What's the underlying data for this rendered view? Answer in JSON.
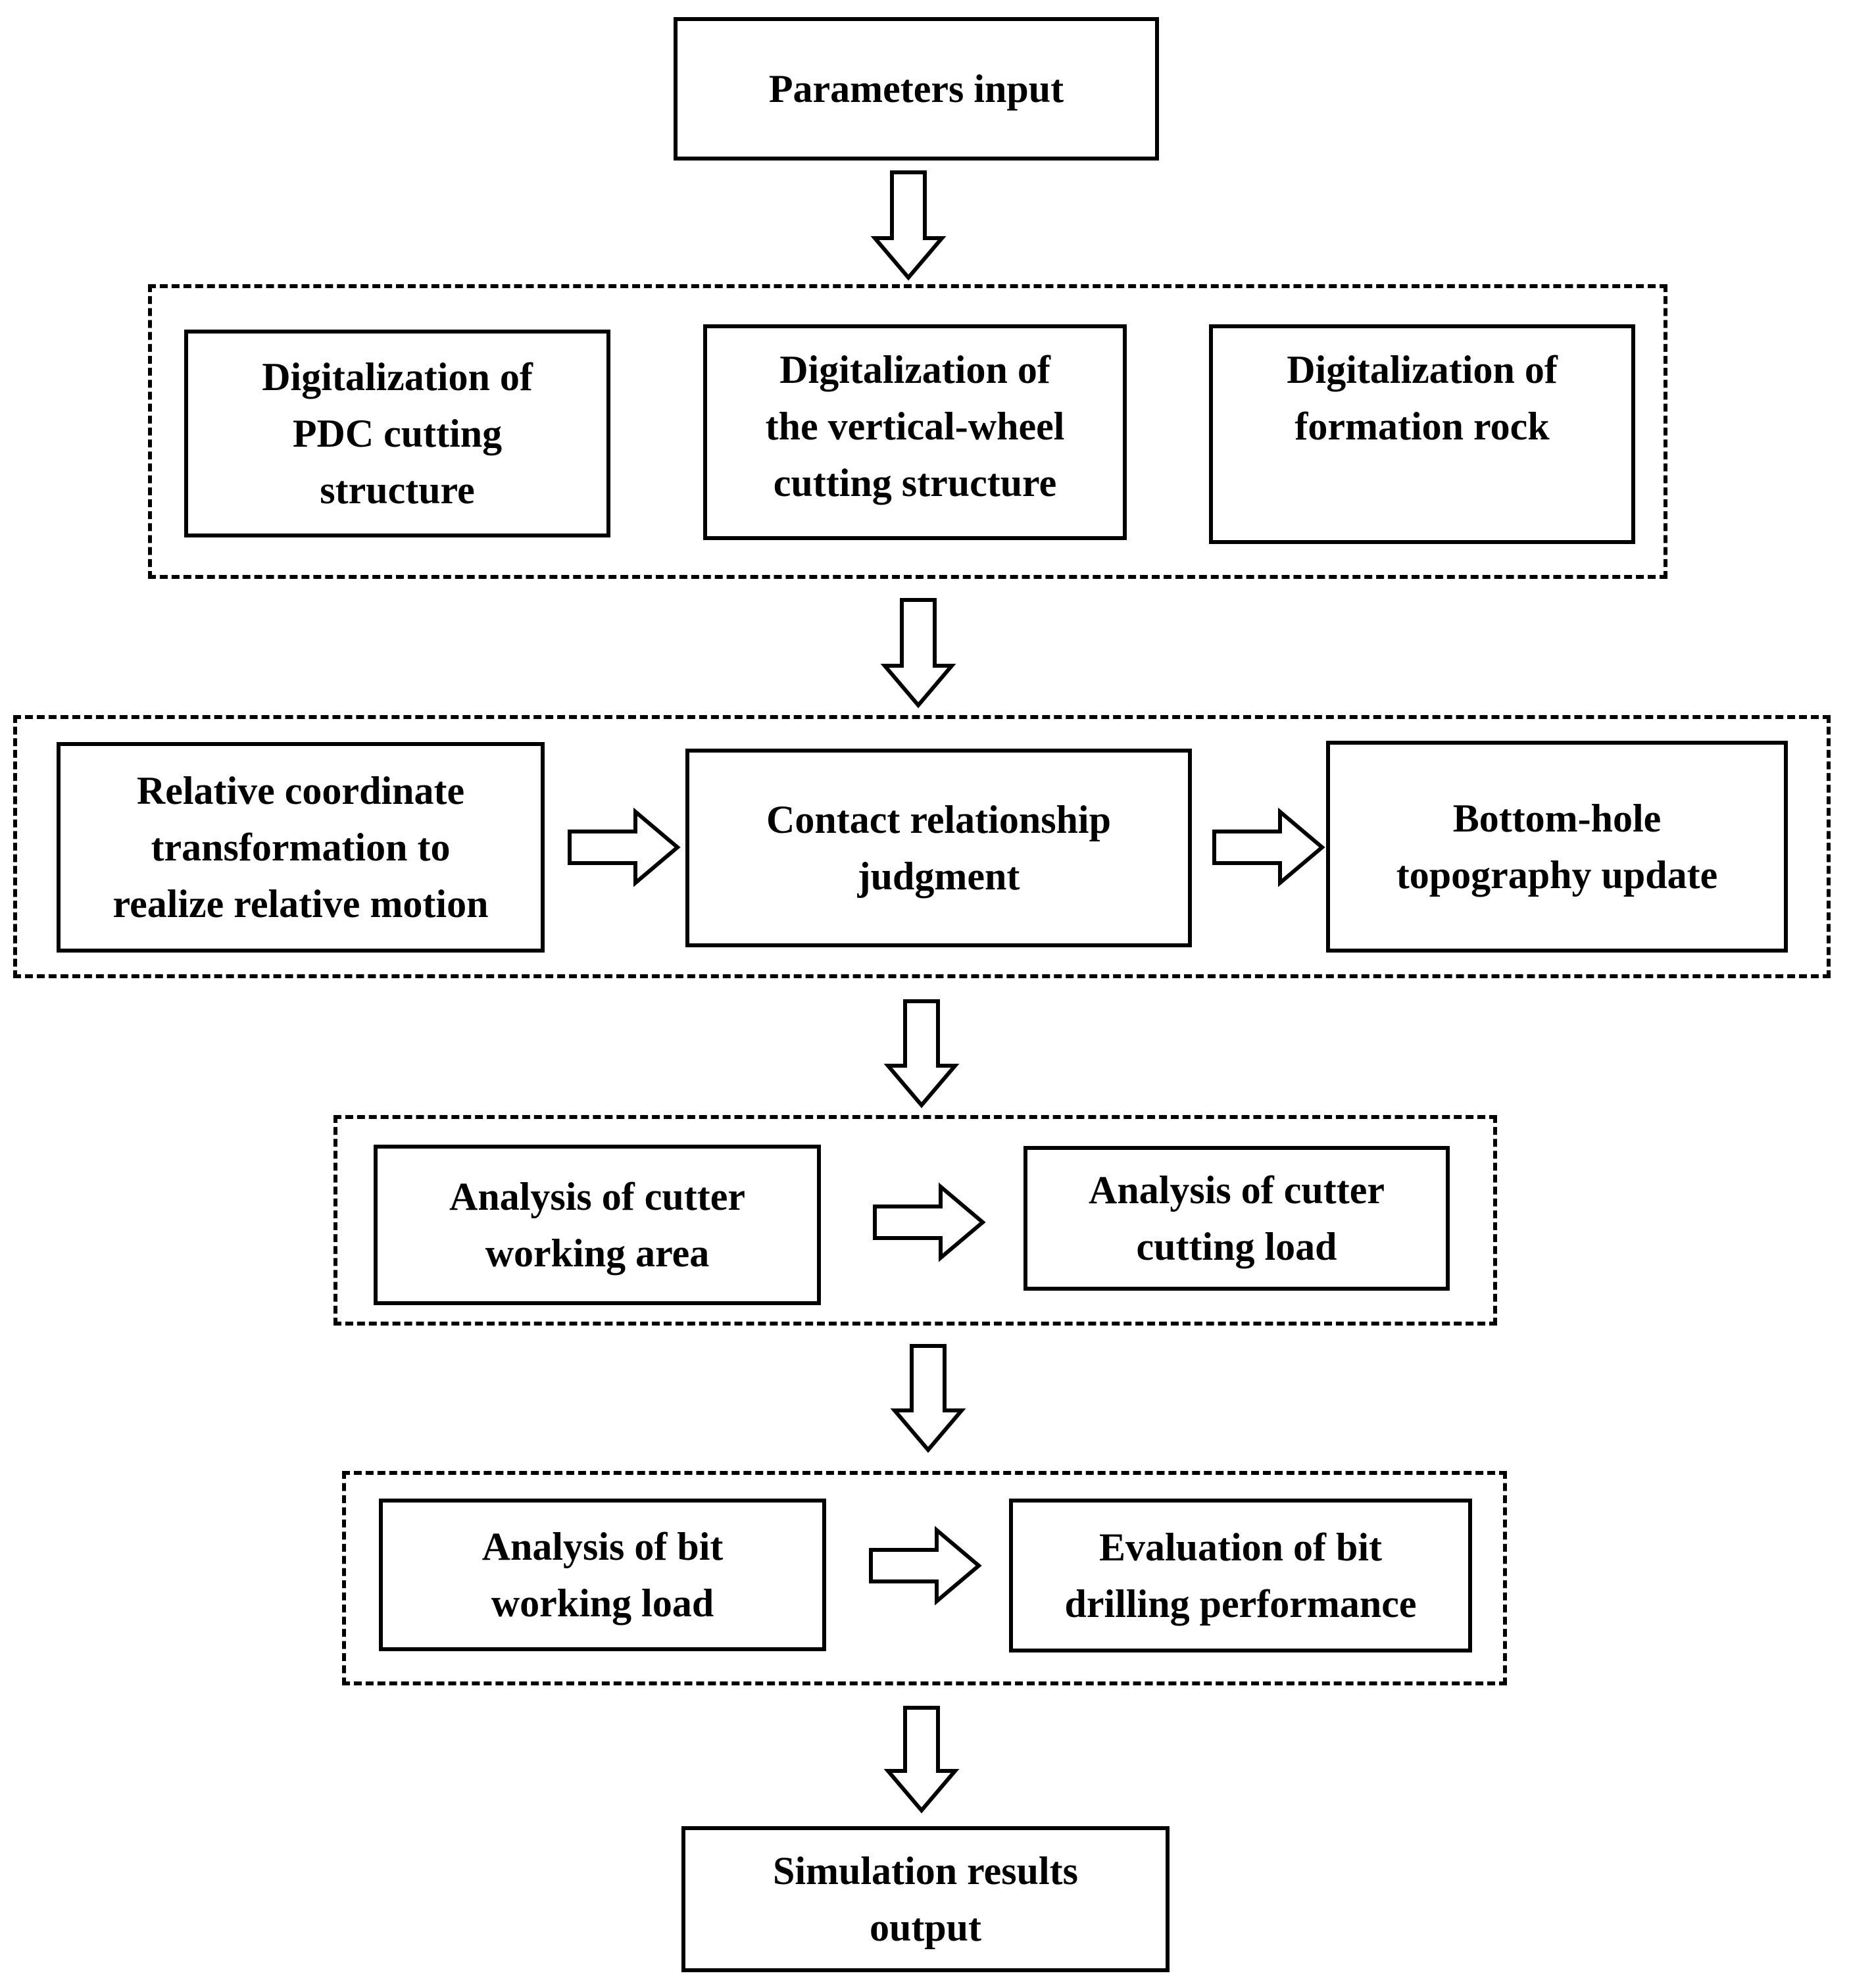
{
  "diagram": {
    "start": "Parameters input",
    "stage1": {
      "pdc": "Digitalization of\nPDC cutting\nstructure",
      "wheel": "Digitalization of\nthe vertical-wheel\ncutting structure",
      "rock": "Digitalization of\nformation rock"
    },
    "stage2": {
      "transform": "Relative coordinate\ntransformation to\nrealize relative motion",
      "contact": "Contact relationship\njudgment",
      "update": "Bottom-hole\ntopography update"
    },
    "stage3": {
      "area": "Analysis of cutter\nworking area",
      "load": "Analysis of cutter\ncutting load"
    },
    "stage4": {
      "bitload": "Analysis of bit\nworking load",
      "performance": "Evaluation of bit\ndrilling performance"
    },
    "end": "Simulation results\noutput"
  }
}
